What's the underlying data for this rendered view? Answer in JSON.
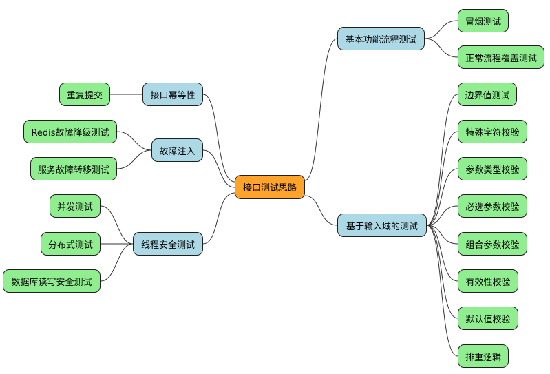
{
  "root": "接口测试思路",
  "branches": {
    "basic_flow": "基本功能流程测试",
    "input_domain": "基于输入域的测试",
    "idempotency": "接口幂等性",
    "fault_injection": "故障注入",
    "thread_safety": "线程安全测试"
  },
  "leaves": {
    "smoke": "冒烟测试",
    "normal_flow": "正常流程覆盖测试",
    "boundary": "边界值测试",
    "special_chars": "特殊字符校验",
    "param_type": "参数类型校验",
    "required_param": "必选参数校验",
    "combo_param": "组合参数校验",
    "validity": "有效性校验",
    "default_value": "默认值校验",
    "logic": "排重逻辑",
    "repeat_submit": "重复提交",
    "redis_degrade": "Redis故障降级测试",
    "service_failover": "服务故障转移测试",
    "concurrency": "并发测试",
    "distributed": "分布式测试",
    "db_rw_safety": "数据库读写安全测试"
  },
  "colors": {
    "root": "#ffa32a",
    "branch": "#add8e6",
    "leaf": "#90ee90",
    "border": "#1f1f1f",
    "edge": "#333333"
  }
}
